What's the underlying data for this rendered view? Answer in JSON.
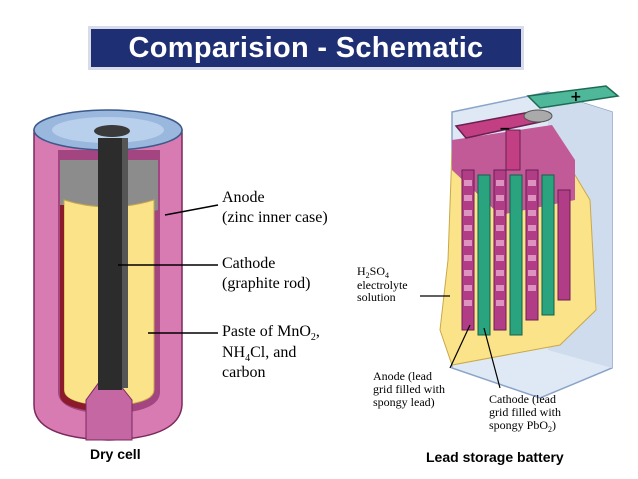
{
  "title": "Comparision - Schematic",
  "dry_cell": {
    "caption": "Dry cell",
    "anode_line1": "Anode",
    "anode_line2": "(zinc inner case)",
    "cathode_line1": "Cathode",
    "cathode_line2": "(graphite rod)",
    "paste_line1": "Paste of MnO",
    "paste_line1_sub": "2",
    "paste_line1_end": ",",
    "paste_line2_a": "NH",
    "paste_line2_sub": "4",
    "paste_line2_b": "Cl, and",
    "paste_line3": "carbon"
  },
  "lead_battery": {
    "caption": "Lead storage battery",
    "electrolyte_h": "H",
    "electrolyte_2": "2",
    "electrolyte_so": "SO",
    "electrolyte_4": "4",
    "electrolyte_line2": "electrolyte",
    "electrolyte_line3": "solution",
    "anode_line1": "Anode (lead",
    "anode_line2": "grid filled with",
    "anode_line3": "spongy lead)",
    "cathode_line1": "Cathode (lead",
    "cathode_line2": "grid filled with",
    "cathode_line3_a": "spongy PbO",
    "cathode_line3_sub": "2",
    "cathode_line3_b": ")",
    "plus_sign": "+",
    "minus_sign": "−"
  },
  "colors": {
    "title_bg": "#1f2f73",
    "zinc_case": "#d97bb3",
    "paste": "#fbe38a",
    "graphite": "#2c2c2c",
    "cap_blue": "#9ab8de",
    "plate_green": "#2aa37f",
    "plate_magenta": "#b03d86"
  }
}
